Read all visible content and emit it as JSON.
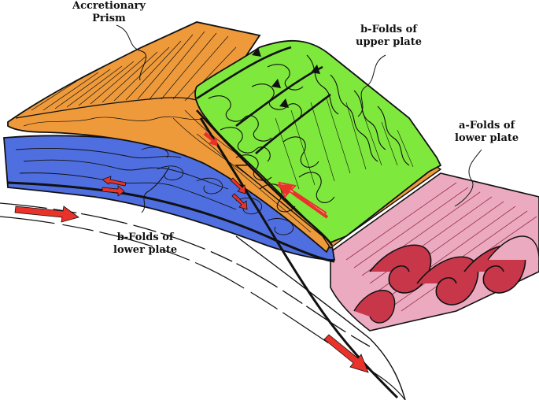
{
  "labels": {
    "accretionary_prism": [
      "Accretionary",
      "Prism"
    ],
    "b_folds_upper_plate": [
      "b-Folds of",
      "upper plate"
    ],
    "a_folds_lower_plate": [
      "a-Folds of",
      "lower plate"
    ],
    "b_folds_lower_plate": [
      "b-Folds of",
      "lower plate"
    ]
  },
  "colors": {
    "prism": "#ef9a3a",
    "upper_plate": "#7ee83c",
    "lower_plate_blue": "#4f6fe0",
    "lower_plate_pink": "#ecaac0",
    "fold_core_red": "#c8364a",
    "arrow_red": "#e8322a",
    "line": "#111111"
  }
}
